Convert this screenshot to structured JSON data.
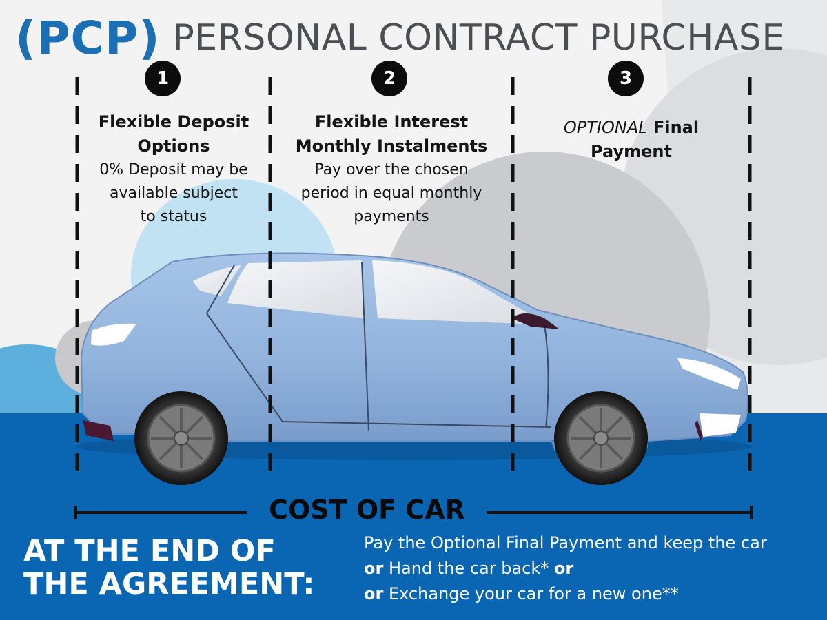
{
  "title": {
    "acronym": "(PCP)",
    "full": "PERSONAL CONTRACT PURCHASE"
  },
  "steps": [
    {
      "number": "1",
      "heading_line1": "Flexible Deposit",
      "heading_line2": "Options",
      "desc_line1": "0% Deposit may be",
      "desc_line2": "available subject",
      "desc_line3": "to status"
    },
    {
      "number": "2",
      "heading_line1": "Flexible Interest",
      "heading_line2": "Monthly Instalments",
      "desc_line1": "Pay over the chosen",
      "desc_line2": "period in equal monthly",
      "desc_line3": "payments"
    },
    {
      "number": "3",
      "heading_italic": "OPTIONAL",
      "heading_rest": "Final",
      "heading_line2": "Payment"
    }
  ],
  "cost_label": "COST OF CAR",
  "end": {
    "title_line1": "AT THE END OF",
    "title_line2": "THE AGREEMENT:",
    "option1": "Pay the Optional Final Payment and keep the car",
    "option2_or": "or",
    "option2_text": "Hand the car back*",
    "option2_trailing_or": "or",
    "option3_or": "or",
    "option3_text": "Exchange your car for a new one**"
  },
  "colors": {
    "brand_blue": "#1a6fb5",
    "band_blue": "#0a66b2",
    "car_body": "#93b5de",
    "title_gray": "#4b4e52"
  }
}
